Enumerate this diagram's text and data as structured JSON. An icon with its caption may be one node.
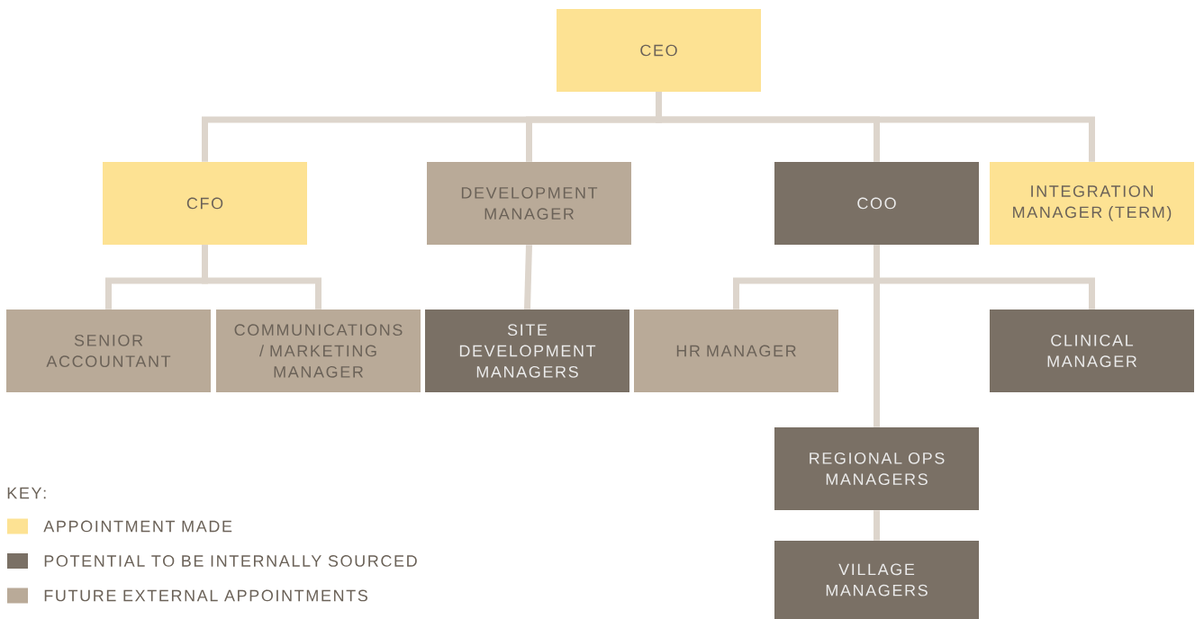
{
  "diagram": {
    "nodes": [
      {
        "text": [
          "CEO"
        ]
      },
      {
        "text": [
          "CFO"
        ]
      },
      {
        "text": [
          "DEVELOPMENT MANAGER"
        ]
      },
      {
        "text": [
          "COO"
        ]
      },
      {
        "text": [
          "INTEGRATION MANAGER (TERM)"
        ]
      },
      {
        "text": [
          "SENIOR ACCOUNTANT"
        ]
      },
      {
        "text": [
          "COMMUNICATIONS / MARKETING MANAGER"
        ]
      },
      {
        "text": [
          "SITE DEVELOPMENT MANAGERS"
        ]
      },
      {
        "text": [
          "HR MANAGER"
        ]
      },
      {
        "text": [
          "CLINICAL MANAGER"
        ]
      },
      {
        "text": [
          "REGIONAL OPS MANAGERS"
        ]
      },
      {
        "text": [
          "VILLAGE MANAGERS"
        ]
      }
    ],
    "edges": [
      {
        "from": 0,
        "to": 1,
        "arrow": "none"
      },
      {
        "from": 0,
        "to": 2,
        "arrow": "none"
      },
      {
        "from": 0,
        "to": 3,
        "arrow": "none"
      },
      {
        "from": 0,
        "to": 4,
        "arrow": "none"
      },
      {
        "from": 1,
        "to": 5,
        "arrow": "none"
      },
      {
        "from": 1,
        "to": 6,
        "arrow": "none"
      },
      {
        "from": 2,
        "to": 7,
        "arrow": "none"
      },
      {
        "from": 3,
        "to": 8,
        "arrow": "none"
      },
      {
        "from": 3,
        "to": 9,
        "arrow": "none"
      },
      {
        "from": 3,
        "to": 10,
        "arrow": "none"
      },
      {
        "from": 10,
        "to": 11,
        "arrow": "none"
      }
    ],
    "labels": [
      "KEY:"
    ],
    "legend": [
      {
        "text": "APPOINTMENT MADE",
        "color": "#fde293"
      },
      {
        "text": "POTENTIAL TO BE INTERNALLY SOURCED",
        "color": "#7a7065"
      },
      {
        "text": "FUTURE EXTERNAL APPOINTMENTS",
        "color": "#b9aa98"
      }
    ]
  }
}
